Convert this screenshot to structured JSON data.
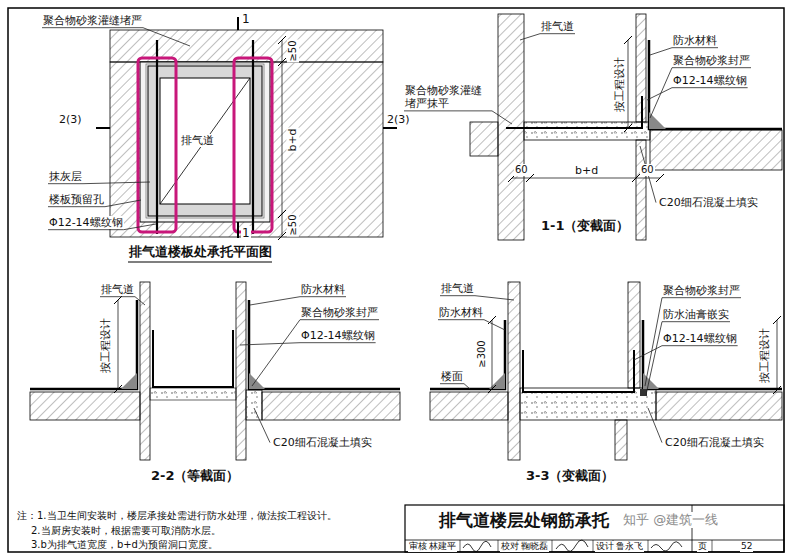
{
  "diagram": {
    "title": "排气道楼层处钢筋承托",
    "labels": [
      "1",
      "聚合物砂浆灌缝堵严",
      "2(3)",
      "2(3)",
      "排气道",
      "抹灰层",
      "楼板预留孔",
      "Φ12-14螺纹钢",
      "≥50",
      "b+d",
      "≥50",
      "1",
      "排气道楼板处承托平面图",
      "排气道",
      "防水材料",
      "聚合物砂浆封严",
      "Φ12-14螺纹钢",
      "按工程设计",
      "聚合物砂浆灌缝 堵严抹平",
      "60",
      "b+d",
      "60",
      "C20细石混凝土填实",
      "1-1（变截面）",
      "排气道",
      "按工程设计",
      "防水材料",
      "聚合物砂浆封严",
      "Φ12-14螺纹钢",
      "C20细石混凝土填实",
      "2-2（等截面）",
      "排气道",
      "防水材料",
      "楼面",
      "≥300",
      "聚合物砂浆封严",
      "防水油膏嵌实",
      "Φ12-14螺纹钢",
      "按工程设计",
      "C20细石混凝土填实",
      "3-3（变截面）",
      "注：1.当卫生间安装时，楼层承接处需进行防水处理，做法按工程设计。",
      "2.当厨房安装时，根据需要可取消防水层。",
      "3.b为排气道宽度，b+d为预留洞口宽度。",
      "审核",
      "林建平",
      "校对",
      "鞠晓磊",
      "设计",
      "鲁永飞",
      "页",
      "52",
      "知乎 @建筑一线"
    ]
  }
}
